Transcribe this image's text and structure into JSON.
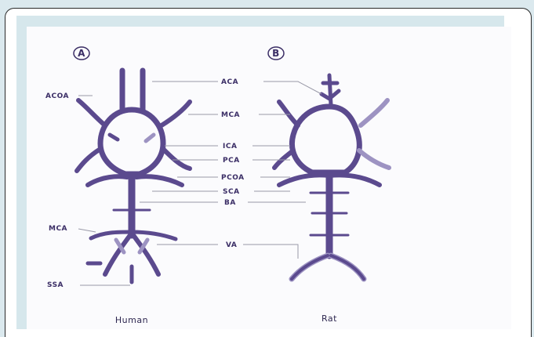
{
  "figure": {
    "panel_a": "A",
    "panel_b": "B",
    "caption_human": "Human",
    "caption_rat": "Rat",
    "left_labels": [
      "ACOA",
      "MCA",
      "SSA"
    ],
    "center_labels": [
      "ACA",
      "MCA",
      "ICA",
      "PCA",
      "PCOA",
      "SCA",
      "BA",
      "VA"
    ],
    "colors": {
      "vessel": "#5b4a8e",
      "vessel_light": "#9d93c2",
      "background": "#dbe9ee"
    }
  }
}
